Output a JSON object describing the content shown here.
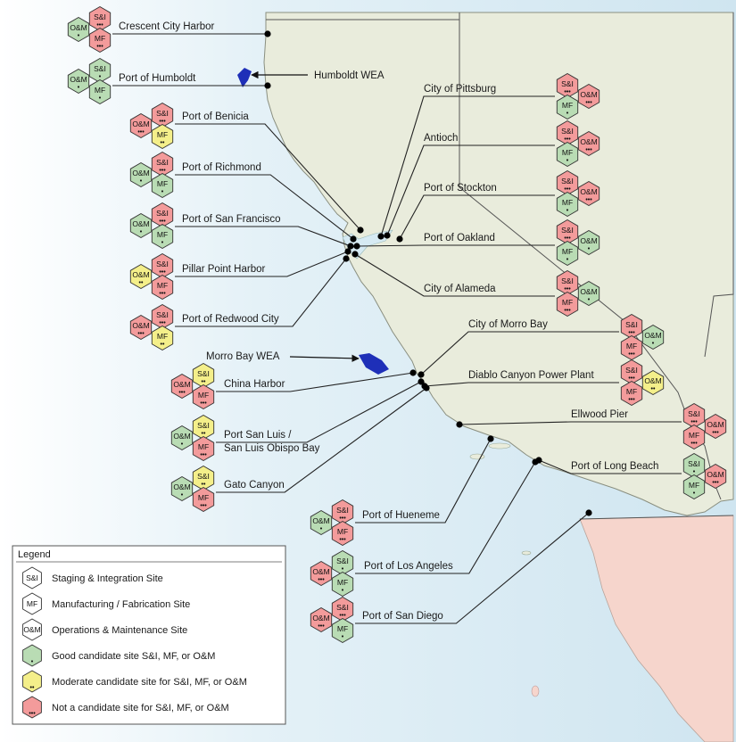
{
  "colors": {
    "good": "#b9dcb4",
    "moderate": "#f4ef8a",
    "poor": "#f39b9b",
    "land": "#e9ecdc",
    "ocean": "#d6eaf3",
    "mexico": "#f6d5cc",
    "wea": "#1e2fb8"
  },
  "weas": [
    {
      "label": "Humboldt WEA"
    },
    {
      "label": "Morro Bay WEA"
    }
  ],
  "sites": [
    {
      "name": "Crescent City Harbor",
      "si": "poor",
      "mf": "poor",
      "om": "good"
    },
    {
      "name": "Port of Humboldt",
      "si": "good",
      "mf": "good",
      "om": "good"
    },
    {
      "name": "Port of Benicia",
      "si": "poor",
      "mf": "moderate",
      "om": "poor"
    },
    {
      "name": "Port of Richmond",
      "si": "poor",
      "mf": "good",
      "om": "good"
    },
    {
      "name": "Port of San Francisco",
      "si": "poor",
      "mf": "good",
      "om": "good"
    },
    {
      "name": "Pillar Point Harbor",
      "si": "poor",
      "mf": "poor",
      "om": "moderate"
    },
    {
      "name": "Port of Redwood City",
      "si": "poor",
      "mf": "moderate",
      "om": "poor"
    },
    {
      "name": "China Harbor",
      "si": "moderate",
      "mf": "poor",
      "om": "poor"
    },
    {
      "name": "Port San Luis /",
      "name2": "San Luis Obispo Bay",
      "si": "moderate",
      "mf": "poor",
      "om": "good"
    },
    {
      "name": "Gato Canyon",
      "si": "moderate",
      "mf": "poor",
      "om": "good"
    },
    {
      "name": "Port of Hueneme",
      "si": "poor",
      "mf": "poor",
      "om": "good"
    },
    {
      "name": "Port of Los Angeles",
      "si": "good",
      "mf": "good",
      "om": "poor"
    },
    {
      "name": "Port of San Diego",
      "si": "poor",
      "mf": "good",
      "om": "poor"
    },
    {
      "name": "City of Pittsburg",
      "si": "poor",
      "mf": "good",
      "om": "poor"
    },
    {
      "name": "Antioch",
      "si": "poor",
      "mf": "good",
      "om": "poor"
    },
    {
      "name": "Port of Stockton",
      "si": "poor",
      "mf": "good",
      "om": "poor"
    },
    {
      "name": "Port of Oakland",
      "si": "poor",
      "mf": "good",
      "om": "good"
    },
    {
      "name": "City of Alameda",
      "si": "poor",
      "mf": "poor",
      "om": "good"
    },
    {
      "name": "City of Morro Bay",
      "si": "poor",
      "mf": "poor",
      "om": "good"
    },
    {
      "name": "Diablo Canyon Power Plant",
      "si": "poor",
      "mf": "poor",
      "om": "moderate"
    },
    {
      "name": "Ellwood Pier",
      "si": "poor",
      "mf": "poor",
      "om": "poor"
    },
    {
      "name": "Port of Long Beach",
      "si": "good",
      "mf": "good",
      "om": "poor"
    }
  ],
  "hex_labels": {
    "si": "S&I",
    "mf": "MF",
    "om": "O&M"
  },
  "legend": {
    "title": "Legend",
    "items": [
      {
        "key": "si",
        "text": "Staging & Integration Site"
      },
      {
        "key": "mf",
        "text": "Manufacturing / Fabrication Site"
      },
      {
        "key": "om",
        "text": "Operations & Maintenance Site"
      },
      {
        "key": "good",
        "text": "Good candidate site S&I, MF, or O&M"
      },
      {
        "key": "moderate",
        "text": "Moderate candidate site for S&I, MF, or O&M"
      },
      {
        "key": "poor",
        "text": "Not a candidate site for S&I, MF, or O&M"
      }
    ]
  }
}
